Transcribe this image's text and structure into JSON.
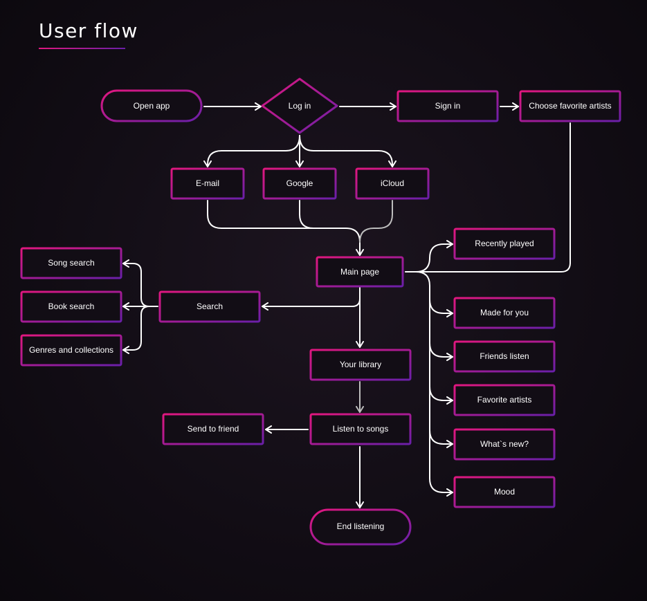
{
  "header": {
    "title": "User flow"
  },
  "colors": {
    "accent_start": "#e0177f",
    "accent_end": "#6a1fa8",
    "connector": "#ffffff"
  },
  "nodes": {
    "open_app": "Open app",
    "log_in": "Log in",
    "sign_in": "Sign in",
    "choose_favorite_artists": "Choose favorite artists",
    "email": "E-mail",
    "google": "Google",
    "icloud": "iCloud",
    "main_page": "Main page",
    "search": "Search",
    "song_search": "Song search",
    "book_search": "Book search",
    "genres_and_collections": "Genres and collections",
    "your_library": "Your library",
    "listen_to_songs": "Listen to songs",
    "send_to_friend": "Send to friend",
    "end_listening": "End listening",
    "recently_played": "Recently played",
    "made_for_you": "Made for you",
    "friends_listen": "Friends listen",
    "favorite_artists": "Favorite artists",
    "whats_new": "What`s new?",
    "mood": "Mood"
  }
}
